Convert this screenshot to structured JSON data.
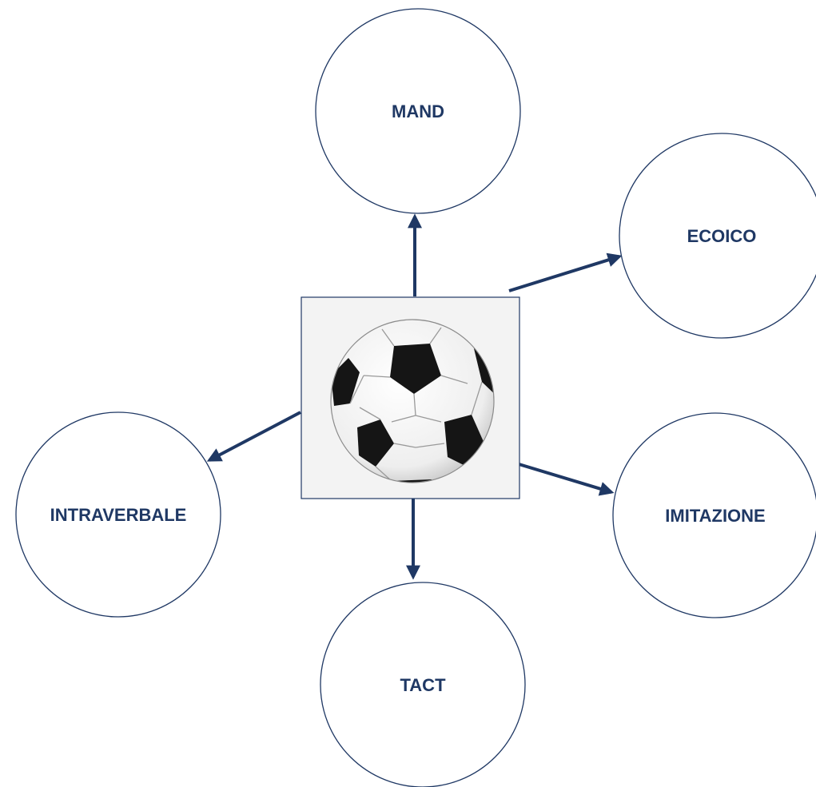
{
  "diagram": {
    "center": {
      "image": "soccer-ball",
      "colors": {
        "frame": "#1f3864",
        "background": "#f3f3f3",
        "ball_white": "#f6f6f6",
        "ball_black": "#151515"
      }
    },
    "nodes": [
      {
        "id": "mand",
        "label": "MAND"
      },
      {
        "id": "ecoico",
        "label": "ECOICO"
      },
      {
        "id": "imitazione",
        "label": "IMITAZIONE"
      },
      {
        "id": "tact",
        "label": "TACT"
      },
      {
        "id": "intraverbale",
        "label": "INTRAVERBALE"
      }
    ],
    "edges": [
      {
        "from": "center",
        "to": "mand"
      },
      {
        "from": "center",
        "to": "ecoico"
      },
      {
        "from": "center",
        "to": "imitazione"
      },
      {
        "from": "center",
        "to": "tact"
      },
      {
        "from": "center",
        "to": "intraverbale"
      }
    ],
    "colors": {
      "line": "#1f3864",
      "text": "#1f3864",
      "circle_fill": "#ffffff"
    }
  }
}
